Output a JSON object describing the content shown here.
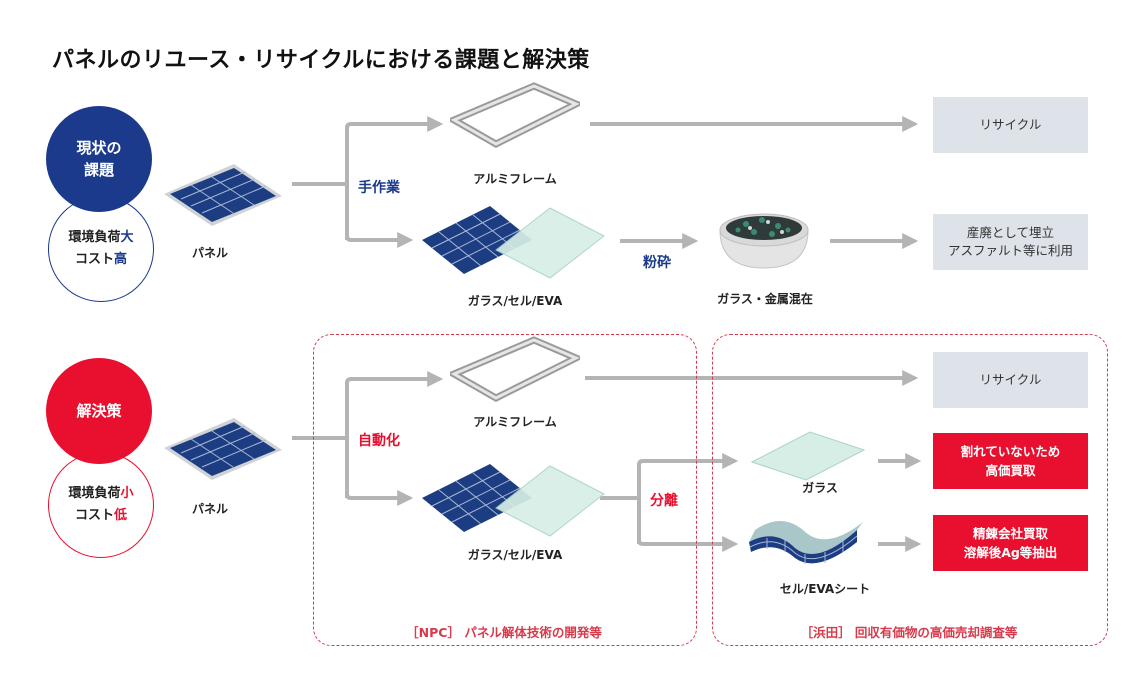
{
  "title": "パネルのリユース・リサイクルにおける課題と解決策",
  "current": {
    "heading": "現状の\n課題",
    "load_prefix": "環境負荷",
    "load_value": "大",
    "cost_prefix": "コスト",
    "cost_value": "高",
    "panel_label": "パネル",
    "process": "手作業",
    "frame_label": "アルミフレーム",
    "stack_label": "ガラス/セル/EVA",
    "crush": "粉砕",
    "mixed_label": "ガラス・金属混在",
    "recycle": "リサイクル",
    "landfill": "産廃として埋立\nアスファルト等に利用"
  },
  "solution": {
    "heading": "解決策",
    "load_prefix": "環境負荷",
    "load_value": "小",
    "cost_prefix": "コスト",
    "cost_value": "低",
    "panel_label": "パネル",
    "process": "自動化",
    "frame_label": "アルミフレーム",
    "stack_label": "ガラス/セル/EVA",
    "separate": "分離",
    "glass_label": "ガラス",
    "cell_label": "セル/EVAシート",
    "recycle": "リサイクル",
    "glass_result": "割れていないため\n高価買取",
    "cell_result": "精錬会社買取\n溶解後Ag等抽出",
    "npc_caption": "［NPC］ パネル解体技術の開発等",
    "hamada_caption": "［浜田］ 回収有価物の高価売却調査等"
  },
  "colors": {
    "blue": "#1b3a8c",
    "red": "#e8102e",
    "arrow": "#b4b4b4",
    "box": "#dde3e9"
  }
}
